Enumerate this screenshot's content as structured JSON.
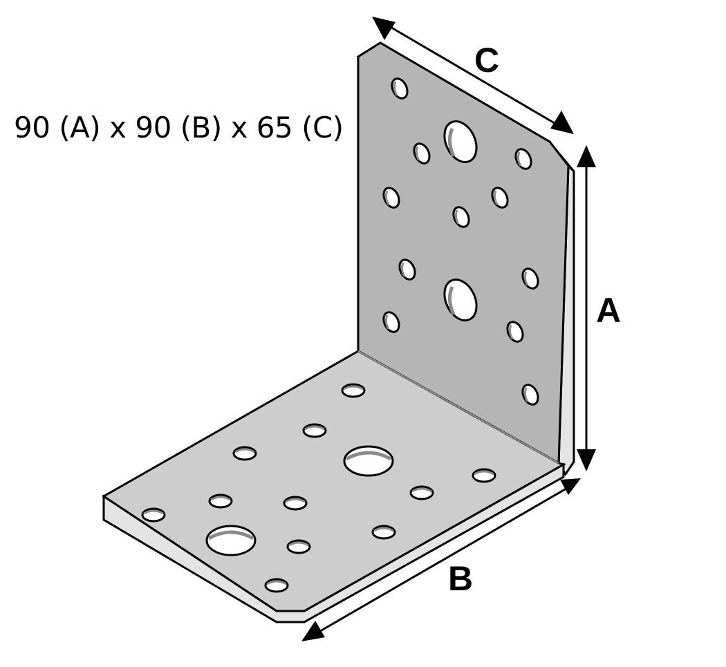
{
  "caption": "90 (A) x 90 (B) x 65 (C)",
  "labels": {
    "a": "A",
    "b": "B",
    "c": "C"
  },
  "colors": {
    "background": "#ffffff",
    "outline": "#000000",
    "vertical_face": "#b5b5b5",
    "horizontal_face": "#cdcdcd",
    "plate_edge": "#e4e4e4",
    "hole_fill": "#ffffff",
    "hole_wall": "#8a8a8a"
  }
}
